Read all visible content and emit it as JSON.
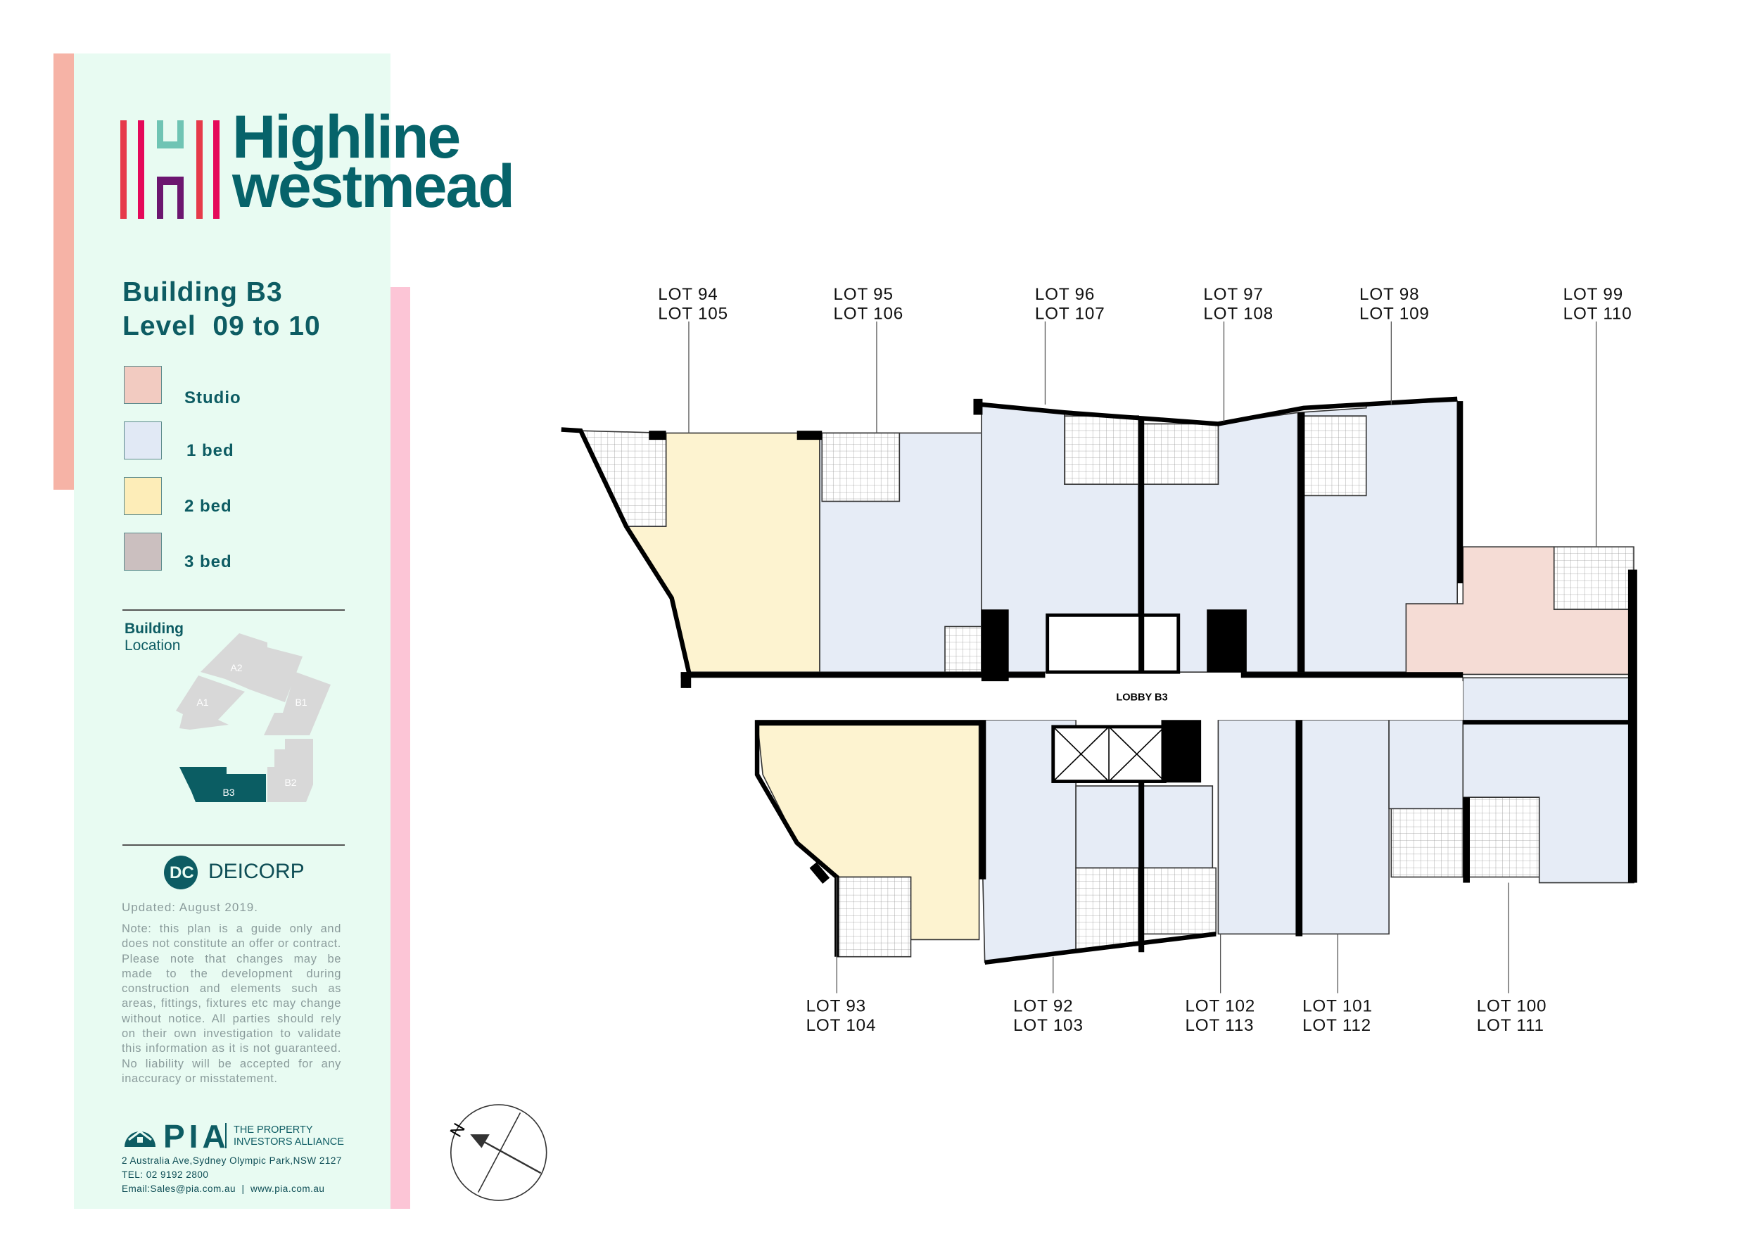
{
  "brand": {
    "line1": "Highline",
    "line2": "westmead",
    "colors": {
      "teal": "#06636a",
      "red": "#e63a4a",
      "magenta": "#e5095a",
      "mint": "#6fc4b4",
      "purple": "#6c1670"
    }
  },
  "building": {
    "title": "Building B3",
    "level_label": "Level",
    "level_value": "09 to 10"
  },
  "legend": [
    {
      "label": "Studio",
      "color": "#f2cbc1"
    },
    {
      "label": "1 bed",
      "color": "#e1e9f5"
    },
    {
      "label": "2 bed",
      "color": "#fdedb8"
    },
    {
      "label": "3 bed",
      "color": "#cbbfbf"
    }
  ],
  "location": {
    "title": "Building",
    "subtitle": "Location",
    "buildings": [
      "A2",
      "A1",
      "B1",
      "B3",
      "B2"
    ],
    "highlight": "B3"
  },
  "developer": "DEICORP",
  "updated": "Updated: August 2019.",
  "note": "Note: this plan is a guide only and does not constitute an offer or contract. Please note that changes may be made to the development during construction and elements such as areas, fittings, fixtures etc may change without notice. All parties should rely on their own investigation to validate this information as it is not guaranteed. No liability will be accepted for any inaccuracy or misstatement.",
  "agent": {
    "name": "PIA",
    "tagline1": "THE PROPERTY",
    "tagline2": "INVESTORS ALLIANCE",
    "address": "2 Australia Ave,Sydney Olympic Park,NSW 2127",
    "tel": "TEL: 02 9192 2800",
    "email": "Email:Sales@pia.com.au",
    "web": "www.pia.com.au"
  },
  "plan": {
    "lobby": "LOBBY B3",
    "compass": "N",
    "top_lots": [
      {
        "a": "LOT 94",
        "b": "LOT 105"
      },
      {
        "a": "LOT 95",
        "b": "LOT 106"
      },
      {
        "a": "LOT 96",
        "b": "LOT 107"
      },
      {
        "a": "LOT 97",
        "b": "LOT 108"
      },
      {
        "a": "LOT 98",
        "b": "LOT 109"
      },
      {
        "a": "LOT 99",
        "b": "LOT 110"
      }
    ],
    "bottom_lots": [
      {
        "a": "LOT 93",
        "b": "LOT 104"
      },
      {
        "a": "LOT 92",
        "b": "LOT 103"
      },
      {
        "a": "LOT 102",
        "b": "LOT 113"
      },
      {
        "a": "LOT 101",
        "b": "LOT 112"
      },
      {
        "a": "LOT 100",
        "b": "LOT 111"
      }
    ]
  }
}
